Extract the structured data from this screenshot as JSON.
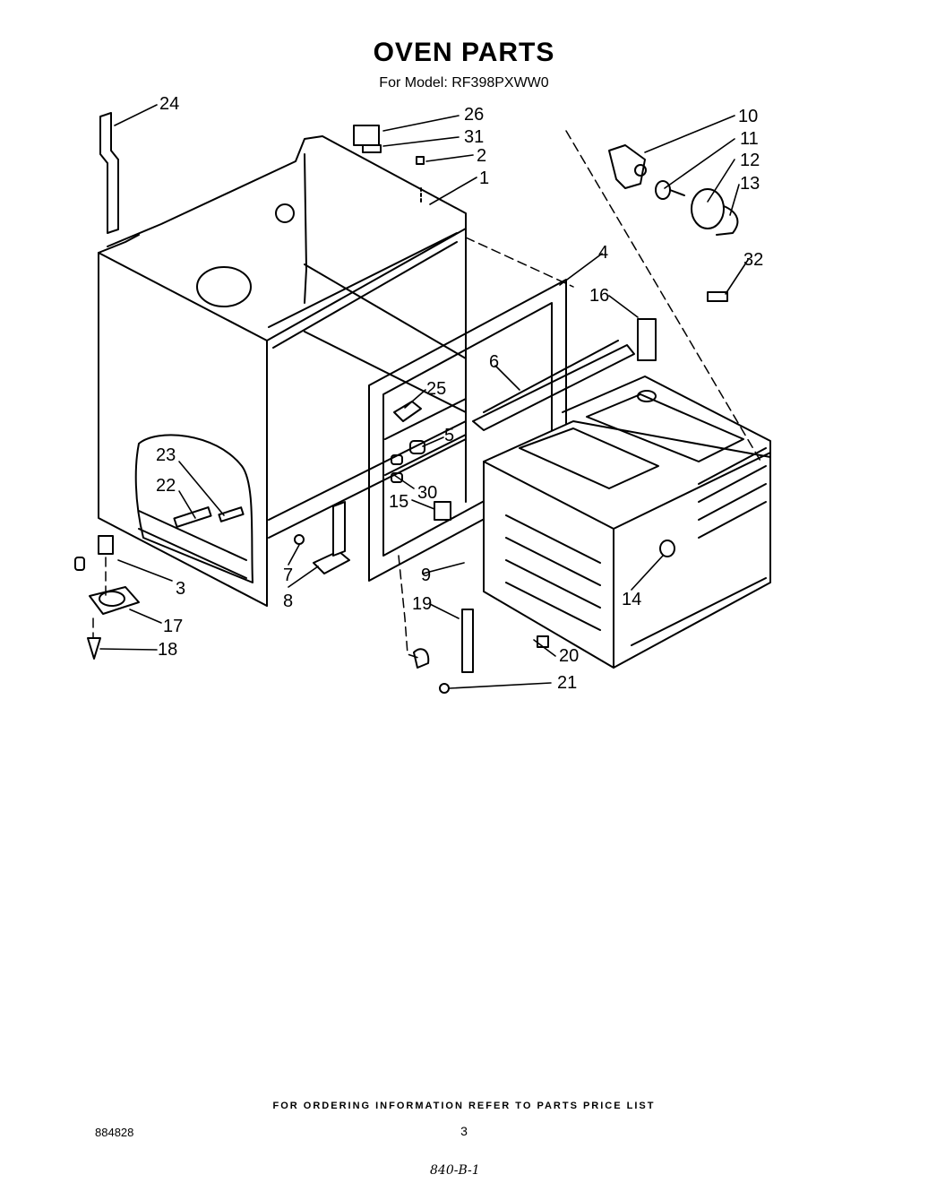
{
  "title": "OVEN PARTS",
  "subtitle": "For Model: RF398PXWW0",
  "footer_note": "FOR ORDERING INFORMATION REFER TO PARTS PRICE LIST",
  "document_number": "884828",
  "page_number": "3",
  "handwritten_note": "840-B-1",
  "callouts": [
    "24",
    "26",
    "31",
    "2",
    "1",
    "10",
    "11",
    "12",
    "13",
    "32",
    "4",
    "16",
    "6",
    "25",
    "5",
    "30",
    "15",
    "23",
    "22",
    "3",
    "7",
    "8",
    "9",
    "14",
    "17",
    "18",
    "19",
    "20",
    "21"
  ]
}
